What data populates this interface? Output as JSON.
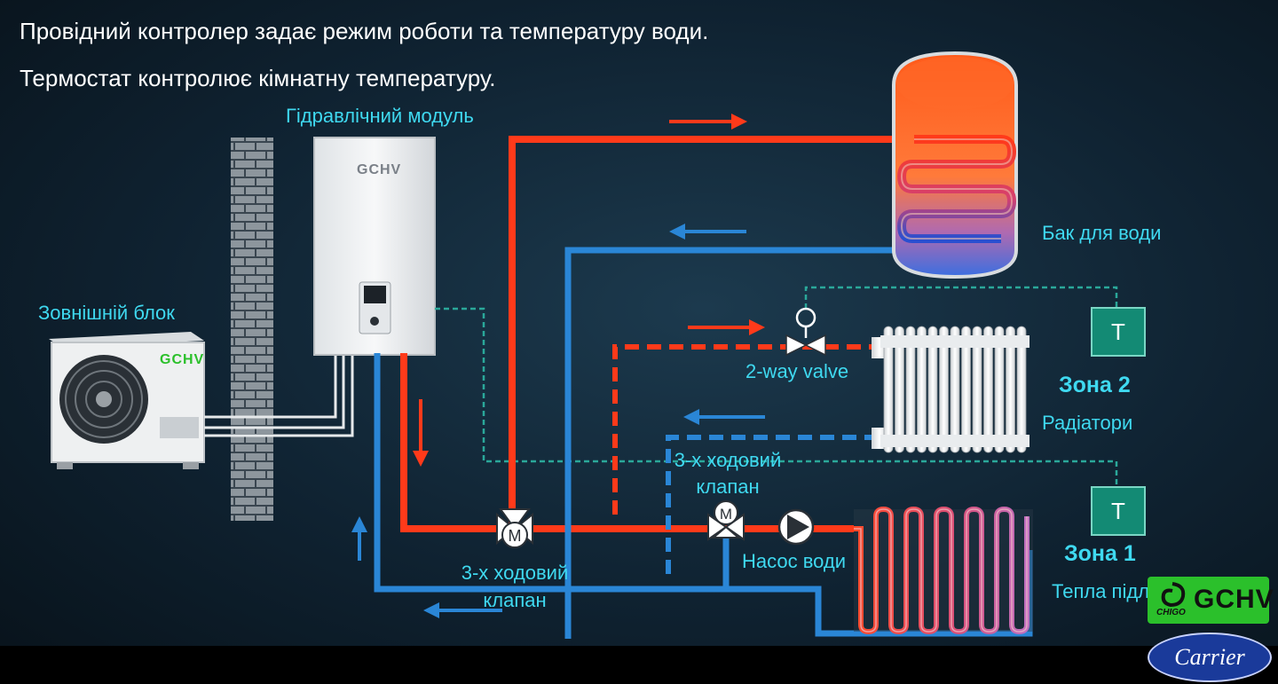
{
  "heading": {
    "line1": "Провідний контролер задає режим роботи та температуру води.",
    "line2": "Термостат контролює кімнатну температуру."
  },
  "labels": {
    "hydraulic_module": "Гідравлічний модуль",
    "outdoor_unit": "Зовнішній блок",
    "water_tank": "Бак для води",
    "two_way_valve": "2-way valve",
    "three_way_valve_upper_l1": "3-х ходовий",
    "three_way_valve_upper_l2": "клапан",
    "three_way_valve_lower_l1": "3-х ходовий",
    "three_way_valve_lower_l2": "клапан",
    "water_pump": "Насос води",
    "zone2_title": "Зона 2",
    "zone2_sub": "Радіатори",
    "zone1_title": "Зона 1",
    "zone1_sub": "Тепла підлога",
    "thermostat": "T"
  },
  "brands": {
    "unit_logo": "GCHV",
    "footer_logo_main": "GCHV",
    "footer_logo_sub": "CHIGO",
    "footer_carrier": "Carrier"
  },
  "colors": {
    "hot_pipe": "#ff3a1a",
    "cold_pipe": "#2a86d6",
    "control_line": "#2aa89a",
    "accent_text": "#3fd9f0",
    "gchv_green": "#2bc02b"
  }
}
